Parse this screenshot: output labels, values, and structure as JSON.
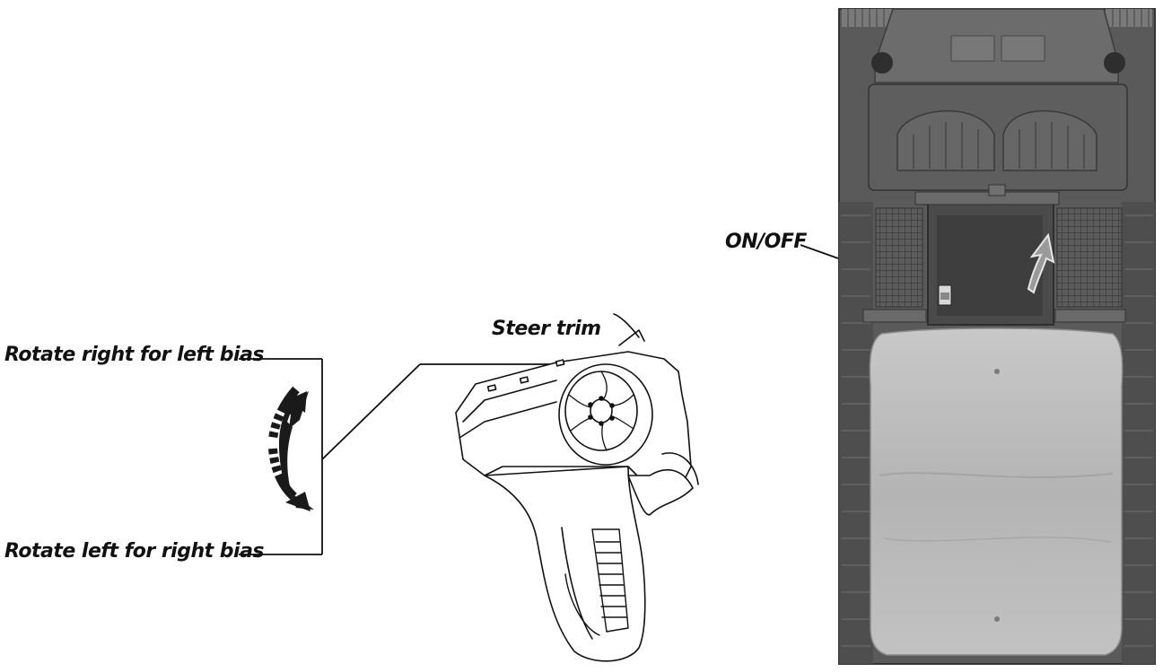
{
  "labels": {
    "rotate_right": "Rotate right for left bias",
    "rotate_left": "Rotate left for right bias",
    "steer_trim": "Steer trim",
    "on_off": "ON/OFF"
  },
  "colors": {
    "ink": "#111111",
    "body_dark": "#5a5a5a",
    "body_mid": "#6e6e6e",
    "battery_cover": "#b9b9b9"
  },
  "icons": {
    "bias_arrow": "double-curved-arrow-icon",
    "switch_arrow": "curved-up-arrow-icon"
  }
}
